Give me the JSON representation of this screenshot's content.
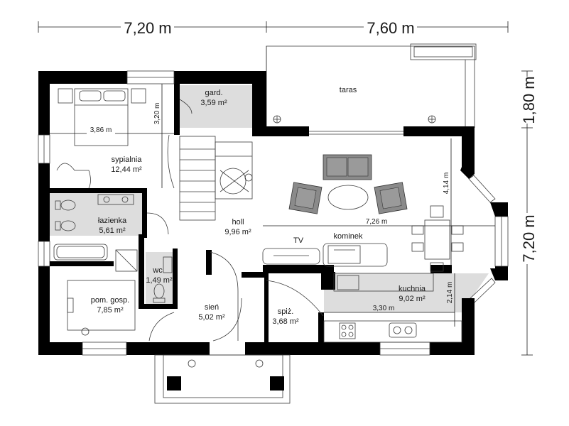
{
  "dimensions": {
    "top_left": "7,20 m",
    "top_right": "7,60 m",
    "right_top": "1,80 m",
    "right_main": "7,20 m"
  },
  "inner_dimensions": {
    "bedroom_width": "3,86 m",
    "bedroom_depth": "3,20 m",
    "living_depth": "4,14 m",
    "living_width": "7,26 m",
    "kitchen_width": "3,30 m",
    "kitchen_depth": "2,14 m"
  },
  "rooms": {
    "taras": {
      "name": "taras"
    },
    "gard": {
      "name": "gard.",
      "area": "3,59 m²"
    },
    "sypialnia": {
      "name": "sypialnia",
      "area": "12,44 m²"
    },
    "lazienka": {
      "name": "łazienka",
      "area": "5,61 m²"
    },
    "holl": {
      "name": "holl",
      "area": "9,96 m²"
    },
    "wc": {
      "name": "wc",
      "area": "1,49 m²"
    },
    "pom_gosp": {
      "name": "pom. gosp.",
      "area": "7,85 m²"
    },
    "sien": {
      "name": "sień",
      "area": "5,02 m²"
    },
    "spiz": {
      "name": "spiż.",
      "area": "3,68 m²"
    },
    "kuchnia": {
      "name": "kuchnia",
      "area": "9,02 m²"
    }
  },
  "labels": {
    "tv": "TV",
    "kominek": "kominek"
  },
  "colors": {
    "wall": "#000000",
    "bathroom_floor": "#dddddd",
    "kitchen_floor": "#dddddd",
    "furniture_grey": "#8a8a8a"
  }
}
